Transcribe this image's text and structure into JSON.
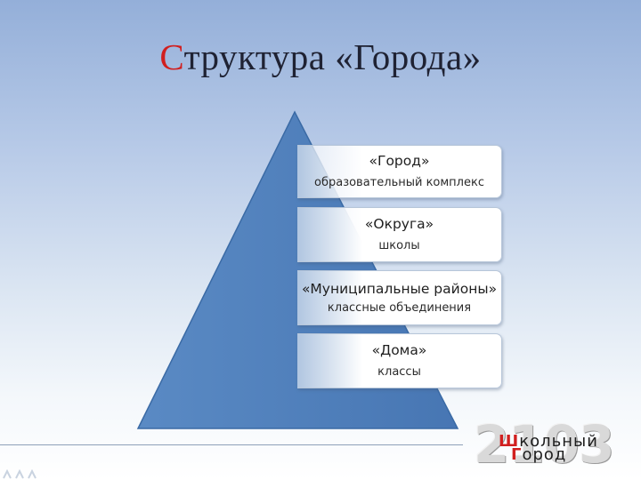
{
  "title": {
    "first_letter": "С",
    "rest": "труктура «Города»"
  },
  "levels": [
    {
      "title": "«Город»",
      "subtitle": "образовательный комплекс"
    },
    {
      "title": "«Округа»",
      "subtitle": "школы"
    },
    {
      "title": "«Муниципальные районы»",
      "subtitle": "классные объединения"
    },
    {
      "title": "«Дома»",
      "subtitle": "классы"
    }
  ],
  "logo": {
    "number": "2103",
    "word1_first": "Ш",
    "word1_rest": "кольный",
    "word2_first": "Г",
    "word2_rest": "ород"
  },
  "colors": {
    "pyramid": "#4f81bd",
    "title_accent": "#d11f1f"
  }
}
